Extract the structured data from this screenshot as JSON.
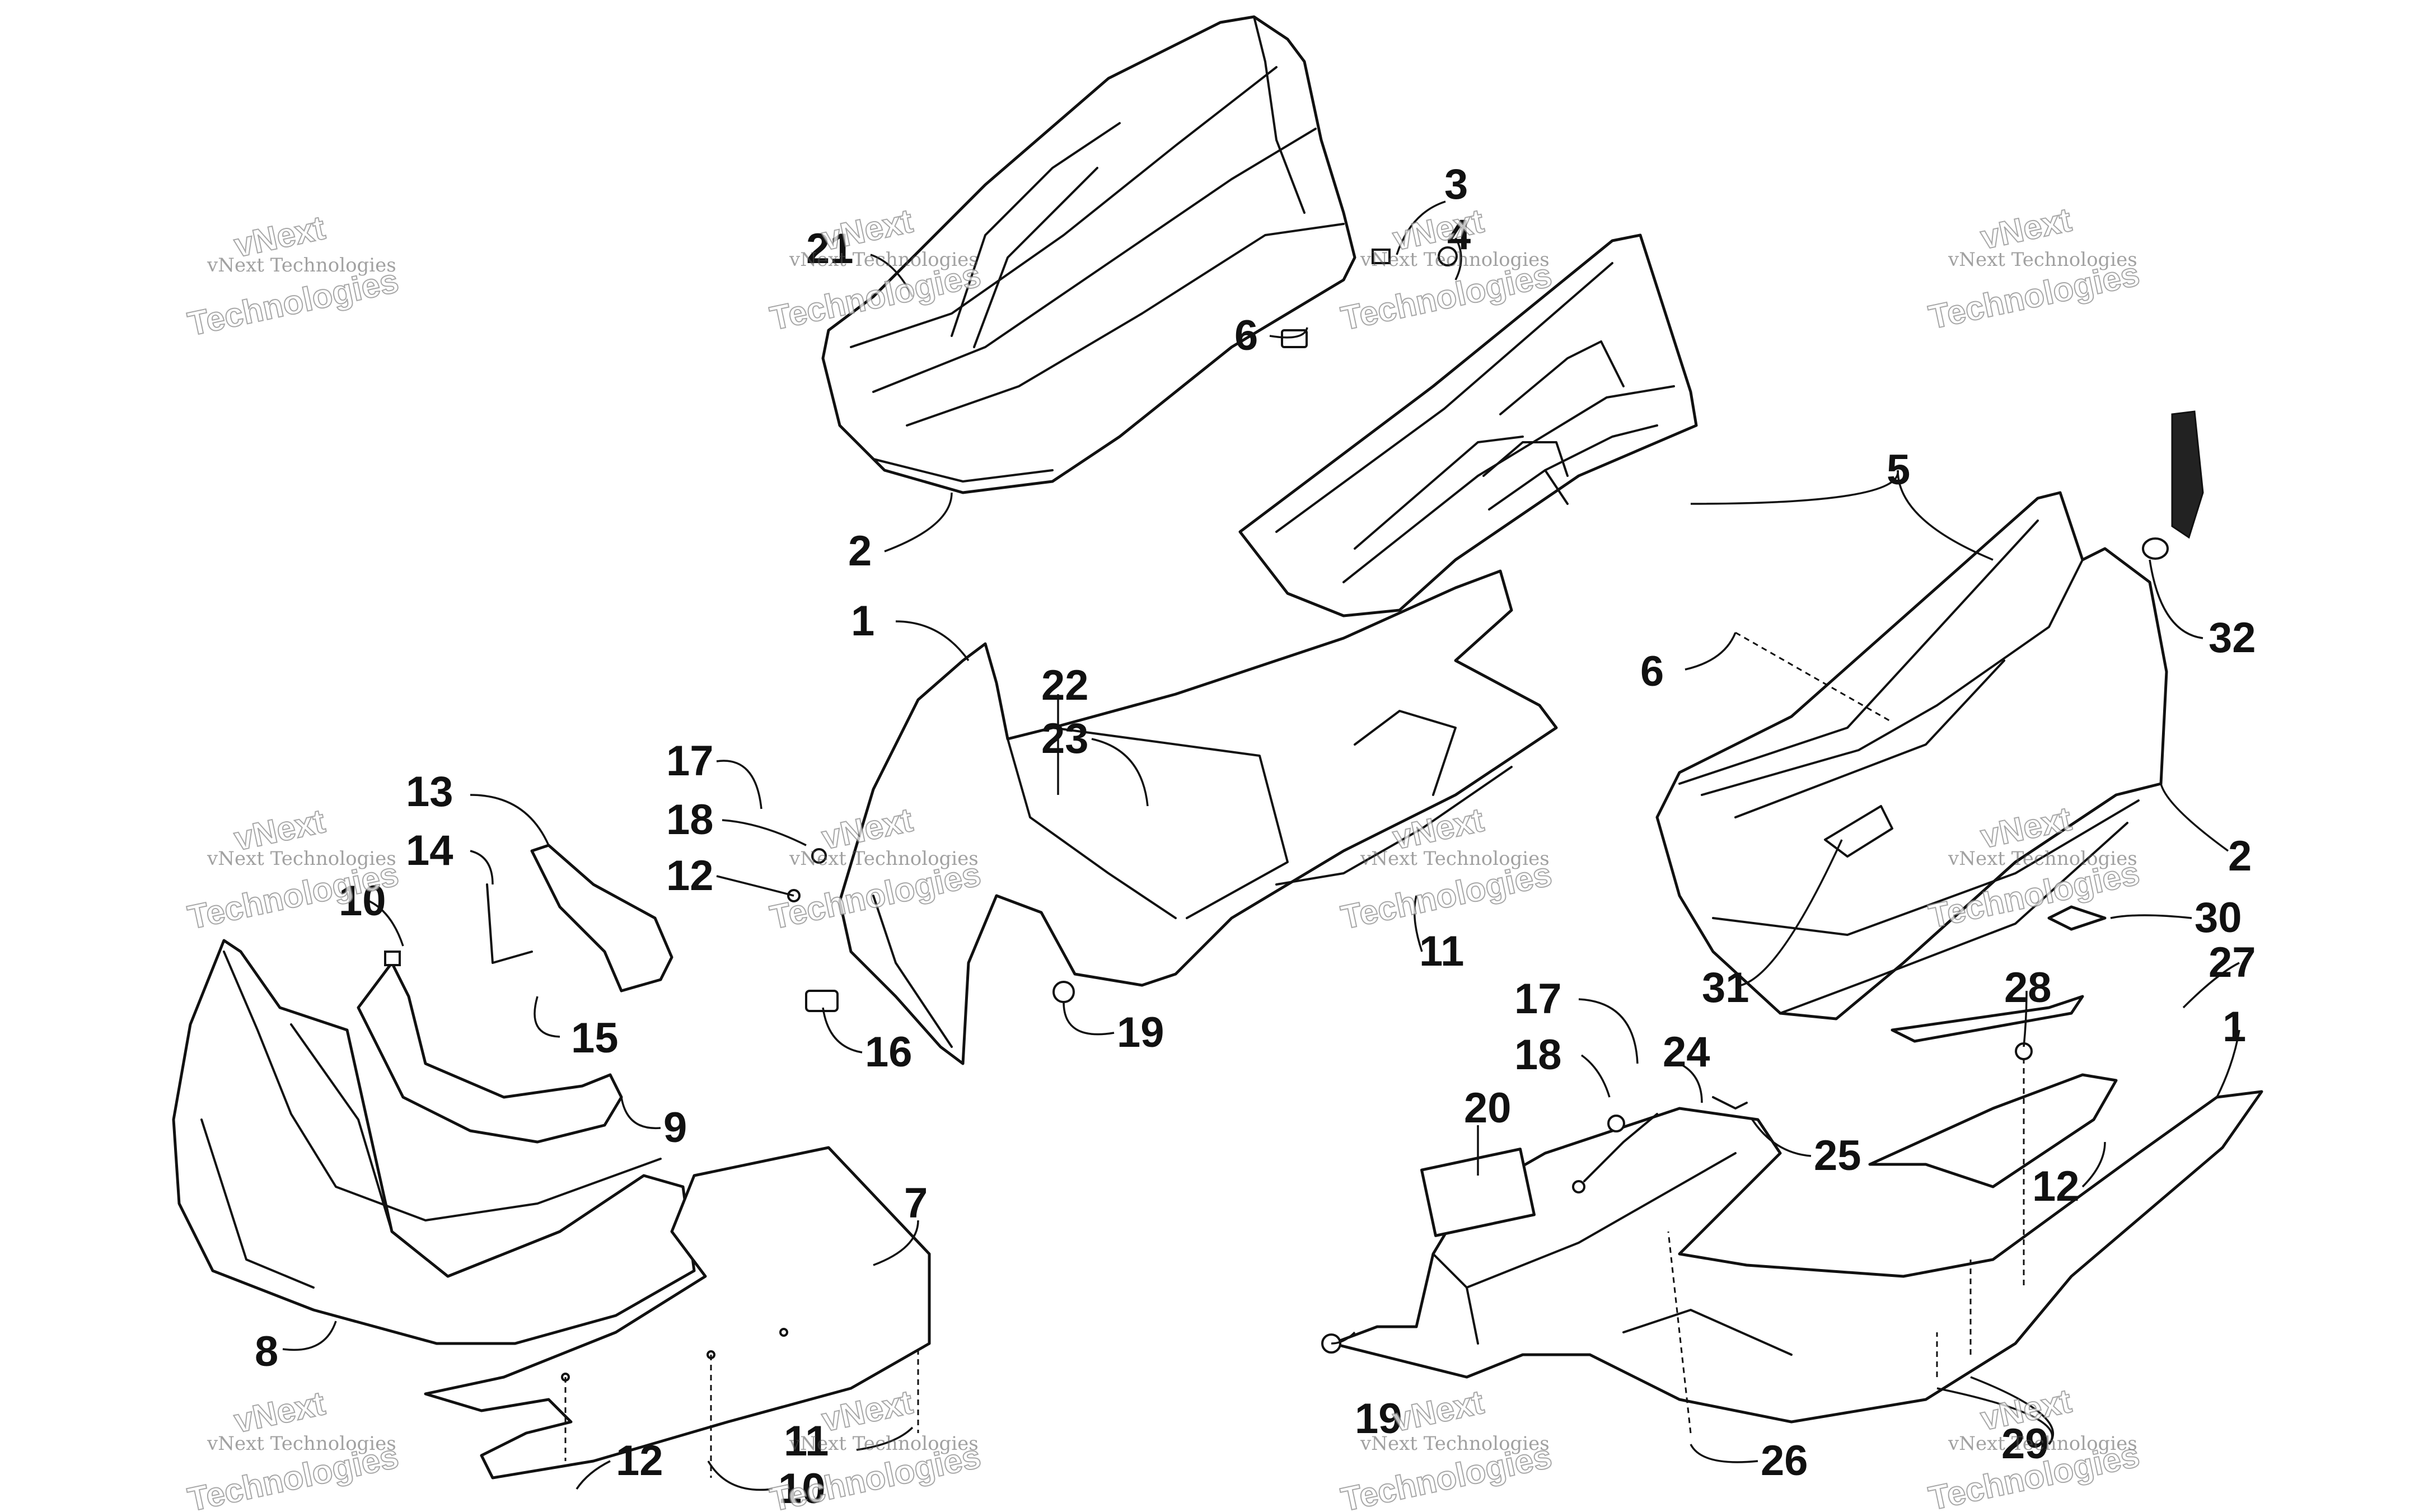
{
  "callouts": [
    {
      "id": "c1a",
      "text": "1"
    },
    {
      "id": "c1b",
      "text": "1"
    },
    {
      "id": "c2a",
      "text": "2"
    },
    {
      "id": "c2b",
      "text": "2"
    },
    {
      "id": "c3",
      "text": "3"
    },
    {
      "id": "c4",
      "text": "4"
    },
    {
      "id": "c5",
      "text": "5"
    },
    {
      "id": "c6a",
      "text": "6"
    },
    {
      "id": "c6b",
      "text": "6"
    },
    {
      "id": "c7",
      "text": "7"
    },
    {
      "id": "c8",
      "text": "8"
    },
    {
      "id": "c9",
      "text": "9"
    },
    {
      "id": "c10a",
      "text": "10"
    },
    {
      "id": "c10b",
      "text": "10"
    },
    {
      "id": "c11a",
      "text": "11"
    },
    {
      "id": "c11b",
      "text": "11"
    },
    {
      "id": "c12a",
      "text": "12"
    },
    {
      "id": "c12b",
      "text": "12"
    },
    {
      "id": "c12c",
      "text": "12"
    },
    {
      "id": "c13",
      "text": "13"
    },
    {
      "id": "c14",
      "text": "14"
    },
    {
      "id": "c15",
      "text": "15"
    },
    {
      "id": "c16",
      "text": "16"
    },
    {
      "id": "c17a",
      "text": "17"
    },
    {
      "id": "c17b",
      "text": "17"
    },
    {
      "id": "c18a",
      "text": "18"
    },
    {
      "id": "c18b",
      "text": "18"
    },
    {
      "id": "c19a",
      "text": "19"
    },
    {
      "id": "c19b",
      "text": "19"
    },
    {
      "id": "c20",
      "text": "20"
    },
    {
      "id": "c21",
      "text": "21"
    },
    {
      "id": "c22",
      "text": "22"
    },
    {
      "id": "c23",
      "text": "23"
    },
    {
      "id": "c24",
      "text": "24"
    },
    {
      "id": "c25",
      "text": "25"
    },
    {
      "id": "c26",
      "text": "26"
    },
    {
      "id": "c27",
      "text": "27"
    },
    {
      "id": "c28",
      "text": "28"
    },
    {
      "id": "c29",
      "text": "29"
    },
    {
      "id": "c30",
      "text": "30"
    },
    {
      "id": "c31",
      "text": "31"
    },
    {
      "id": "c32",
      "text": "32"
    }
  ],
  "watermark": {
    "small": "vNext Technologies",
    "big_line1": "vNext",
    "big_line2": "Technologies"
  }
}
